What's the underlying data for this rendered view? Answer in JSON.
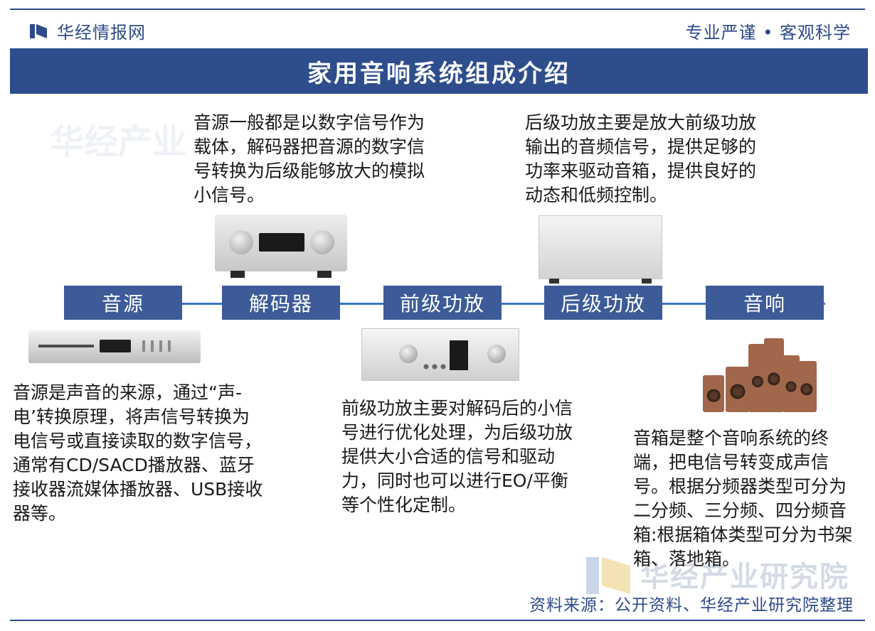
{
  "header": {
    "brand": "华经情报网",
    "slogan": "专业严谨 • 客观科学"
  },
  "title": "家用音响系统组成介绍",
  "watermark": {
    "left": "华经产业",
    "right": "华经产业研究院"
  },
  "flow": {
    "nodes": [
      "音源",
      "解码器",
      "前级功放",
      "后级功放",
      "音响"
    ]
  },
  "descriptions": {
    "source": "音源是声音的来源，通过“声-电’转换原理，将声信号转换为电信号或直接读取的数字信号，通常有CD/SACD播放器、蓝牙接收器流媒体播放器、USB接收器等。",
    "decoder": "音源一般都是以数字信号作为载体，解码器把音源的数字信号转换为后级能够放大的模拟小信号。",
    "preamp": "前级功放主要对解码后的小信号进行优化处理，为后级功放提供大小合适的信号和驱动力，同时也可以进行EO/平衡等个性化定制。",
    "poweramp": "后级功放主要是放大前级功放输出的音频信号，提供足够的功率来驱动音箱，提供良好的动态和低频控制。",
    "speaker": "音箱是整个音响系统的终端，把电信号转变成声信号。根据分频器类型可分为二分频、三分频、四分频音箱:根据箱体类型可分为书架箱、落地箱。"
  },
  "footer": {
    "source": "资料来源：公开资料、华经产业研究院整理"
  },
  "colors": {
    "brand_blue": "#2d4a8a",
    "title_bar": "#2e4d8d",
    "node_fill": "#3d5b99",
    "flow_line": "#3a78c9"
  }
}
